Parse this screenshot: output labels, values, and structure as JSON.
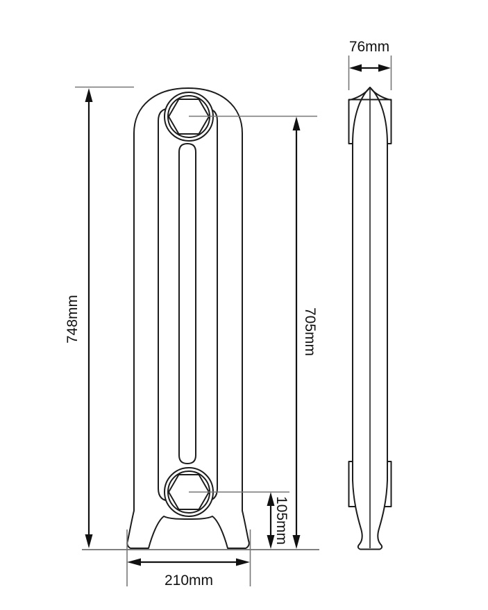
{
  "drawing": {
    "type": "radiator-technical-drawing",
    "views": {
      "front": {
        "name": "front-view"
      },
      "side": {
        "name": "side-view"
      }
    },
    "dimensions": {
      "overall_height": {
        "label": "748mm",
        "value": 748,
        "unit": "mm",
        "orientation": "vertical"
      },
      "pipe_centre_height": {
        "label": "705mm",
        "value": 705,
        "unit": "mm",
        "orientation": "vertical"
      },
      "bottom_pipe_centre": {
        "label": "105mm",
        "value": 105,
        "unit": "mm",
        "orientation": "vertical"
      },
      "base_width": {
        "label": "210mm",
        "value": 210,
        "unit": "mm",
        "orientation": "horizontal"
      },
      "depth": {
        "label": "76mm",
        "value": 76,
        "unit": "mm",
        "orientation": "horizontal"
      }
    },
    "colors": {
      "line": "#1c1c1c",
      "dimension_line": "#111111",
      "extension_line": "#777777",
      "background": "#ffffff"
    }
  }
}
